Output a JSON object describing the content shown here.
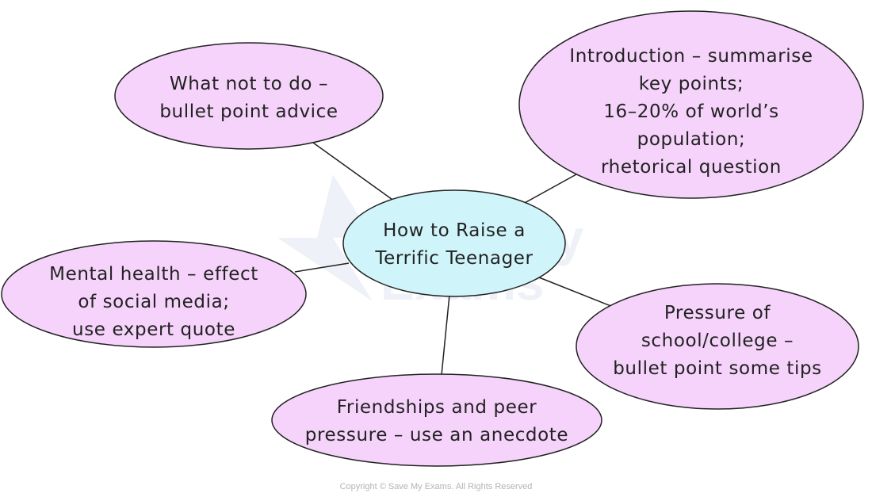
{
  "diagram": {
    "center": {
      "lines": [
        "How to Raise a",
        "Terrific Teenager"
      ],
      "fill": "#cff5fa"
    },
    "branches": [
      {
        "id": "what-not-to-do",
        "lines": [
          "What not to do –",
          "bullet point advice"
        ]
      },
      {
        "id": "introduction",
        "lines": [
          "Introduction – summarise",
          "key points;",
          "16–20% of world’s",
          "population;",
          "rhetorical question"
        ]
      },
      {
        "id": "mental-health",
        "lines": [
          "Mental health – effect",
          "of social media;",
          "use expert quote"
        ]
      },
      {
        "id": "pressure",
        "lines": [
          "Pressure of",
          "school/college –",
          "bullet point some tips"
        ]
      },
      {
        "id": "friendships",
        "lines": [
          "Friendships and peer",
          "pressure – use an anecdote"
        ]
      }
    ],
    "branch_fill": "#f6d3fb",
    "outline_color": "#222222"
  },
  "watermark": {
    "logo_lines": [
      "Save My",
      "Exams"
    ]
  },
  "footer": {
    "copyright": "Copyright © Save My Exams. All Rights Reserved"
  }
}
